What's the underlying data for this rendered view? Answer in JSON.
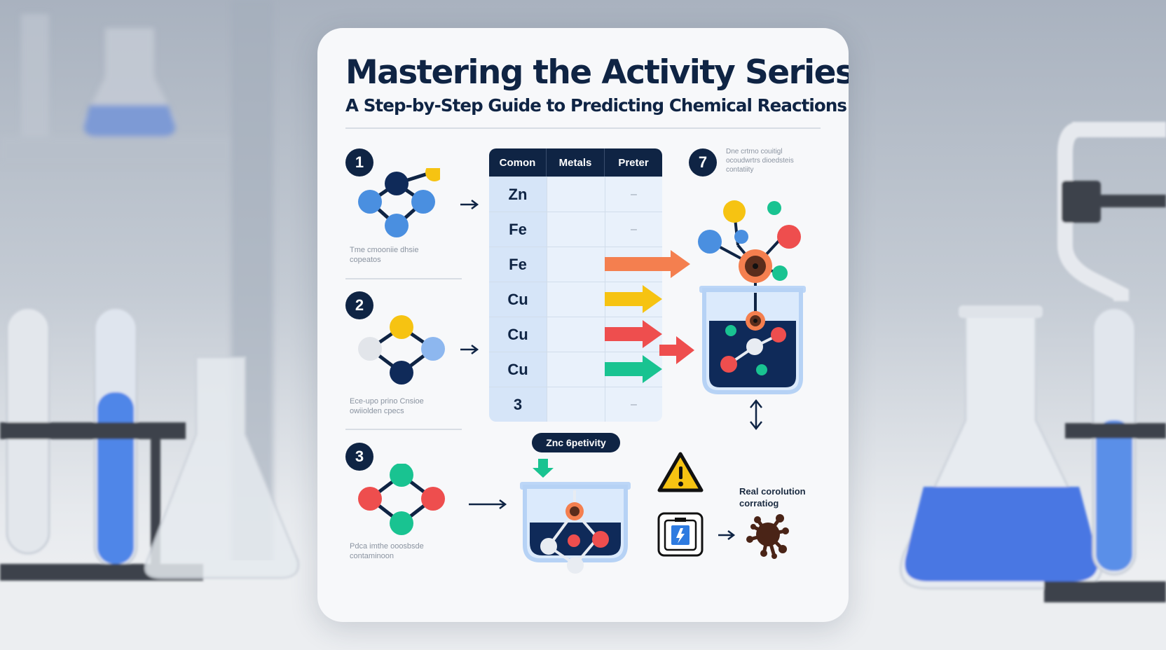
{
  "header": {
    "title": "Mastering the Activity Series:",
    "subtitle": "A Step-by-Step Guide to Predicting Chemical Reactions"
  },
  "steps": [
    {
      "number": "1",
      "caption": "Tme cmooniie dhsie\ncopeatos"
    },
    {
      "number": "2",
      "caption": "Ece-upo prino Cnsioe\nowiiolden cpecs"
    },
    {
      "number": "3",
      "caption": "Pdca imthe ooosbsde\ncontaminoon"
    }
  ],
  "table": {
    "headers": [
      "Comon",
      "Metals",
      "Preter"
    ],
    "rows": [
      {
        "symbol": "Zn",
        "col3": "–",
        "arrow": ""
      },
      {
        "symbol": "Fe",
        "col3": "–",
        "arrow": ""
      },
      {
        "symbol": "Fe",
        "col3": "",
        "arrow": "orange"
      },
      {
        "symbol": "Cu",
        "col3": "",
        "arrow": "yellow"
      },
      {
        "symbol": "Cu",
        "col3": "",
        "arrow": "red"
      },
      {
        "symbol": "Cu",
        "col3": "",
        "arrow": "green"
      },
      {
        "symbol": "3",
        "col3": "–",
        "arrow": ""
      }
    ]
  },
  "step7": {
    "number": "7",
    "caption": "Dne crtrno couitigl\nocoudwrtrs dioedsteis\ncontatiity"
  },
  "reaction_pill": "Znc 6petivity",
  "warning": {
    "icon": "warning-triangle-icon",
    "text": "Real corolution\ncorratiog"
  },
  "bottom_icons": {
    "left": "battery-icon",
    "right": "rust-splat-icon"
  },
  "colors": {
    "navy": "#0f2444",
    "orange": "#f47f4f",
    "yellow": "#f6c312",
    "red": "#ee4e4e",
    "green": "#19c391",
    "blue": "#4a8fe0"
  }
}
